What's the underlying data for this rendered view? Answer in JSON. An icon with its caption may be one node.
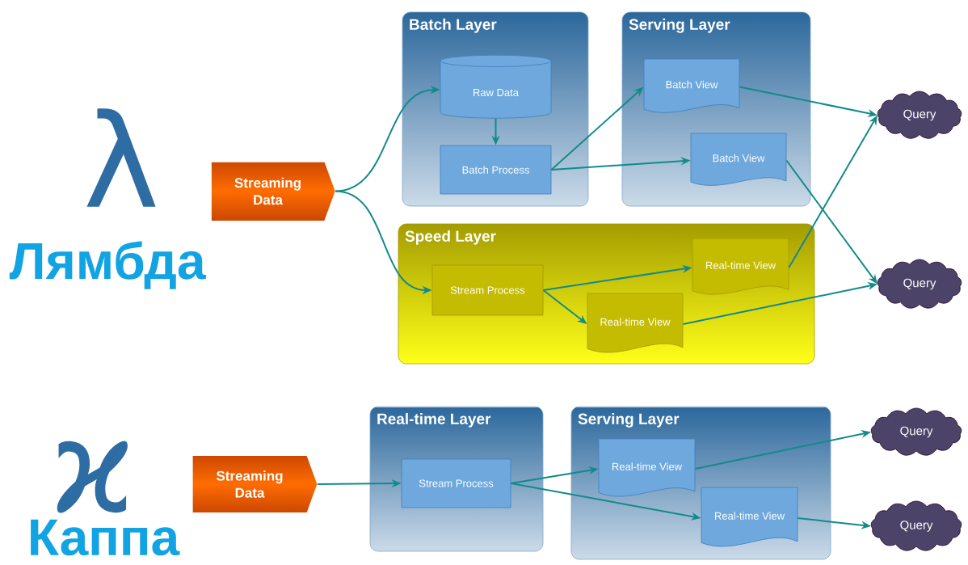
{
  "diagram": {
    "nodes": [
      {
        "text": [
          "Streaming Data"
        ]
      },
      {
        "text": [
          "Batch Layer"
        ]
      },
      {
        "text": [
          "Raw Data"
        ],
        "in": 1
      },
      {
        "text": [
          "Batch Process"
        ],
        "in": 1
      },
      {
        "text": [
          "Serving Layer"
        ]
      },
      {
        "text": [
          "Batch View"
        ],
        "in": 4
      },
      {
        "text": [
          "Batch View"
        ],
        "in": 4
      },
      {
        "text": [
          "Speed Layer"
        ]
      },
      {
        "text": [
          "Stream Process"
        ],
        "in": 7
      },
      {
        "text": [
          "Real-time View"
        ],
        "in": 7
      },
      {
        "text": [
          "Real-time View"
        ],
        "in": 7
      },
      {
        "text": [
          "Query"
        ]
      },
      {
        "text": [
          "Query"
        ]
      },
      {
        "text": [
          "Streaming Data"
        ]
      },
      {
        "text": [
          "Real-time Layer"
        ]
      },
      {
        "text": [
          "Stream Process"
        ],
        "in": 14
      },
      {
        "text": [
          "Serving Layer"
        ]
      },
      {
        "text": [
          "Real-time View"
        ],
        "in": 16
      },
      {
        "text": [
          "Real-time View"
        ],
        "in": 16
      },
      {
        "text": [
          "Query"
        ]
      },
      {
        "text": [
          "Query"
        ]
      }
    ],
    "edges": [
      {
        "from": 0,
        "to": 2,
        "arrow": "to"
      },
      {
        "from": 0,
        "to": 8,
        "arrow": "to"
      },
      {
        "from": 2,
        "to": 3,
        "arrow": "to"
      },
      {
        "from": 3,
        "to": 5,
        "arrow": "to"
      },
      {
        "from": 3,
        "to": 6,
        "arrow": "to"
      },
      {
        "from": 5,
        "to": 11,
        "arrow": "to"
      },
      {
        "from": 6,
        "to": 12,
        "arrow": "to"
      },
      {
        "from": 8,
        "to": 9,
        "arrow": "to"
      },
      {
        "from": 8,
        "to": 10,
        "arrow": "to"
      },
      {
        "from": 9,
        "to": 11,
        "arrow": "to"
      },
      {
        "from": 10,
        "to": 12,
        "arrow": "to"
      },
      {
        "from": 13,
        "to": 15,
        "arrow": "to"
      },
      {
        "from": 15,
        "to": 17,
        "arrow": "to"
      },
      {
        "from": 15,
        "to": 18,
        "arrow": "to"
      },
      {
        "from": 17,
        "to": 19,
        "arrow": "to"
      },
      {
        "from": 18,
        "to": 20,
        "arrow": "to"
      }
    ],
    "labels": [
      "λ",
      "Лямбда",
      "ϰ",
      "Каппа"
    ]
  }
}
